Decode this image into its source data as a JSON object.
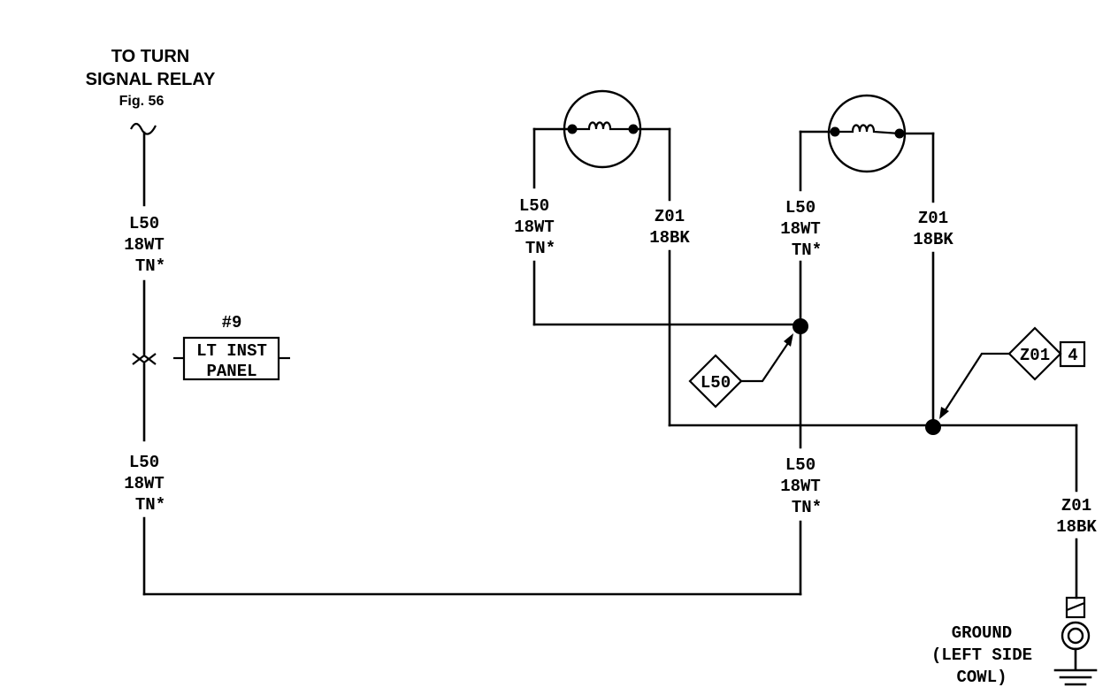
{
  "source": {
    "line1": "TO TURN",
    "line2": "SIGNAL RELAY",
    "line3": "Fig. 56"
  },
  "connector": {
    "number": "#9",
    "line1": "LT INST",
    "line2": "PANEL"
  },
  "wire_labels": {
    "left_upper": {
      "circuit": "L50",
      "gauge": "18WT",
      "tracer": "TN*"
    },
    "left_lower": {
      "circuit": "L50",
      "gauge": "18WT",
      "tracer": "TN*"
    },
    "lamp1_left": {
      "circuit": "L50",
      "gauge": "18WT",
      "tracer": "TN*"
    },
    "lamp1_right": {
      "circuit": "Z01",
      "gauge": "18BK"
    },
    "lamp2_left": {
      "circuit": "L50",
      "gauge": "18WT",
      "tracer": "TN*"
    },
    "lamp2_right": {
      "circuit": "Z01",
      "gauge": "18BK"
    },
    "center_lower": {
      "circuit": "L50",
      "gauge": "18WT",
      "tracer": "TN*"
    },
    "ground_wire": {
      "circuit": "Z01",
      "gauge": "18BK"
    }
  },
  "splices": {
    "l50": {
      "label": "L50"
    },
    "z01": {
      "label": "Z01",
      "ref": "4"
    }
  },
  "ground": {
    "line1": "GROUND",
    "line2": "(LEFT SIDE",
    "line3": "COWL)"
  }
}
